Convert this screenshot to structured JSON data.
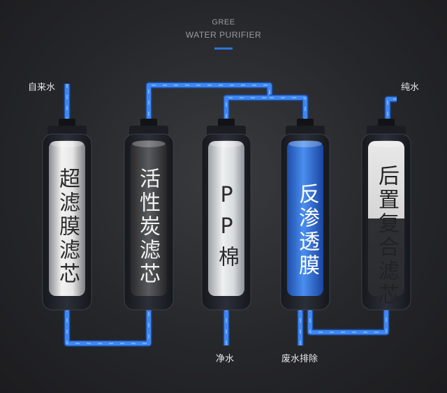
{
  "brand": {
    "line1": "GREE",
    "line2": "WATER PURIFIER",
    "accent": "#2f73d8"
  },
  "labels": {
    "tap_water": "自来水",
    "pure_water": "纯水",
    "clean_water": "净水",
    "waste_water": "废水排除"
  },
  "filters": [
    {
      "id": "ultrafiltration",
      "text": "超滤膜滤芯"
    },
    {
      "id": "activated-carbon",
      "text": "活性炭滤芯"
    },
    {
      "id": "pp-cotton",
      "text": "PP棉"
    },
    {
      "id": "reverse-osmosis",
      "text": "反渗透膜"
    },
    {
      "id": "post-composite",
      "text": "后置复合滤芯"
    }
  ],
  "colors": {
    "pipe": "#3f86f0",
    "pipe_glow": "#6fb0ff"
  }
}
